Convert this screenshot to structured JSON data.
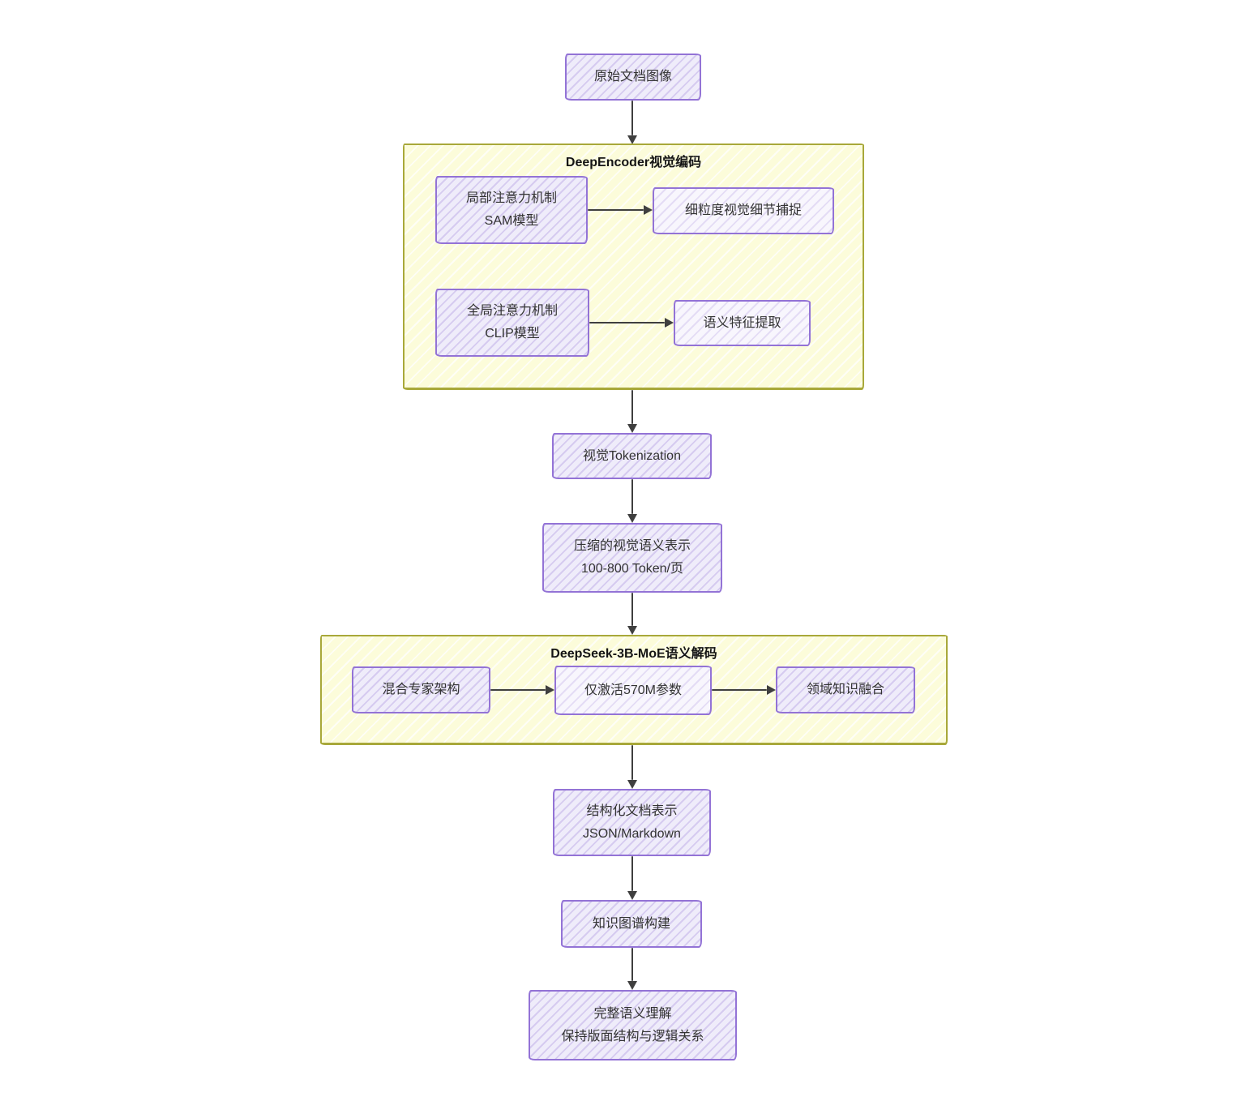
{
  "flowchart": {
    "colors": {
      "node_fill": "#efecfa",
      "node_border": "#9373d6",
      "container_fill": "#fcfcda",
      "container_border": "#a8a83a",
      "arrow": "#3f3f3f",
      "text": "#333333"
    },
    "containers": {
      "encoder": {
        "title": "DeepEncoder视觉编码"
      },
      "decoder": {
        "title": "DeepSeek-3B-MoE语义解码"
      }
    },
    "nodes": {
      "source": {
        "label": "原始文档图像"
      },
      "sam": {
        "line1": "局部注意力机制",
        "line2": "SAM模型"
      },
      "fine_detail": {
        "label": "细粒度视觉细节捕捉"
      },
      "clip": {
        "line1": "全局注意力机制",
        "line2": "CLIP模型"
      },
      "semantic_extraction": {
        "label": "语义特征提取"
      },
      "visual_tokenization": {
        "label": "视觉Tokenization"
      },
      "compressed_repr": {
        "line1": "压缩的视觉语义表示",
        "line2": "100-800 Token/页"
      },
      "moe_arch": {
        "label": "混合专家架构"
      },
      "active_params": {
        "label": "仅激活570M参数"
      },
      "domain_fusion": {
        "label": "领域知识融合"
      },
      "structured_doc": {
        "line1": "结构化文档表示",
        "line2": "JSON/Markdown"
      },
      "knowledge_graph": {
        "label": "知识图谱构建"
      },
      "semantic_understanding": {
        "line1": "完整语义理解",
        "line2": "保持版面结构与逻辑关系"
      }
    }
  }
}
